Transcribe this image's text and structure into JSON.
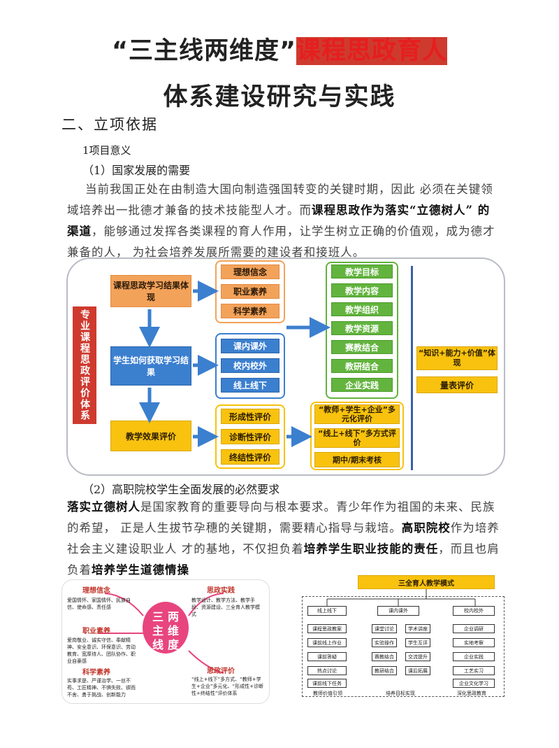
{
  "title": {
    "part1": "“三主线两维度”",
    "part2": "课程思政育人",
    "line2": "体系建设研究与实践"
  },
  "section": {
    "heading": "二、立项依据",
    "sub1": "1项目意义",
    "sub1_1": "（1）国家发展的需要",
    "p1": {
      "t1": "当前我国正处在由制造大国向制造强国转变的关键时期，因此  必须在关键领域培养出一批德才兼备的技术技能型人才。而",
      "b1": "课程思政作为落实“立德树人” 的渠道",
      "t2": "，能够通过发挥各类课程的育人作用，让学生树立正确的价值观，成为德才兼备的人，  为社会培养发展所需要的建设者和接班人。"
    },
    "sub1_2": "（2）高职院校学生全面发展的必然要求",
    "p2": {
      "b1": "落实立德树人",
      "t1": "是国家教育的重要导向与根本要求。青少年作为祖国的未来、民族的希望，  正是人生拔节孕穗的关键期，需要精心指导与栽培。",
      "b2": "高职院校",
      "t2": "作为培养社会主义建设职业人  才的基地，不仅担负着",
      "b3": "培养学生职业技能的责任",
      "t3": "，而且也肩负着",
      "b4": "培养学生道德情操"
    }
  },
  "diagram1": {
    "side_label": "专业课程思政评价体系",
    "left": [
      "课程思政学习结果体现",
      "学生如何获取学习结果",
      "教学效果评价"
    ],
    "orange_items": [
      "理想信念",
      "职业素养",
      "科学素养"
    ],
    "blue_items": [
      "课内课外",
      "校内校外",
      "线上线下"
    ],
    "green_items": [
      "教学目标",
      "教学内容",
      "教学组织",
      "教学资源",
      "赛教结合",
      "教研结合",
      "企业实践"
    ],
    "yellow_mid": [
      "形成性评价",
      "诊断性评价",
      "终结性评价"
    ],
    "yellow_right": [
      "“教师+学生+企业”多元化评价",
      "“线上+线下”多方式评价",
      "期中/期末考核"
    ],
    "far_right": [
      "“知识+能力+价值”体现",
      "量表评价"
    ]
  },
  "diagram2": {
    "center": [
      "三",
      "主",
      "线",
      "两",
      "维",
      "度"
    ],
    "items": [
      {
        "title": "理想信念",
        "text": "爱国情怀、家国情怀、民族自信、使命感、责任感"
      },
      {
        "title": "思政实践",
        "text": "教学设计、教学方法、教学手段、资源建设、三全育人教学模式"
      },
      {
        "title": "职业素养",
        "text": "爱岗敬业、诚实守信、奉献精神、安全意识、环保意识、劳动教育、宽厚待人、团队协作、职业自豪感"
      },
      {
        "title": "科学素养",
        "text": "实事求是、严谨治学、一丝不苟、工匠精神、不惧失败、锲而不舍、勇于挑战、创新能力"
      },
      {
        "title": "思政评价",
        "text": "“线上+线下”多方式、“教师+学生+企业”多元化、“形成性+诊断性+终结性”评价体系"
      }
    ]
  },
  "diagram3": {
    "title": "三全育人教学模式",
    "col1": {
      "head": "线上线下",
      "items": [
        "课程思政教案",
        "课前线上作业",
        "课前答疑",
        "热点讨论",
        "课前线下任务"
      ],
      "foot": "教师价值引领"
    },
    "col2": {
      "head": "课内课外",
      "left": [
        "课堂讨论",
        "实验操作",
        "赛教结合",
        "教研结合"
      ],
      "right": [
        "学术讲座",
        "学生互评",
        "交流提升",
        "课后拓展"
      ],
      "foot": "培养目标实现"
    },
    "col3": {
      "head": "校内校外",
      "items": [
        "企业调研",
        "实地考察",
        "企业实践",
        "工艺实习",
        "企业文化学习"
      ],
      "foot": "深化思政教育"
    }
  },
  "colors": {
    "red": "#e61e1e",
    "orange": "#f3a25a",
    "blue": "#3b7fcf",
    "green": "#62b43e",
    "yellow": "#f8c20f",
    "pink": "#e8457e"
  }
}
